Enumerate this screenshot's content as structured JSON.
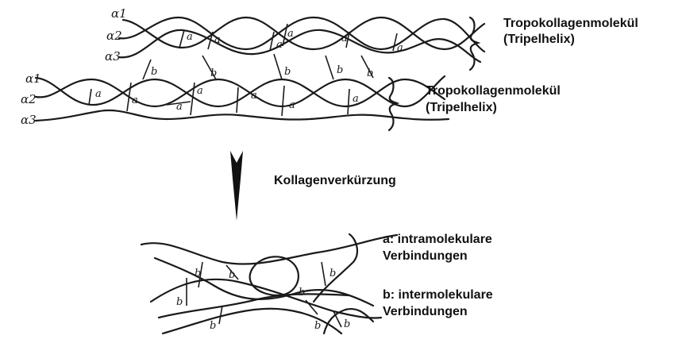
{
  "helix_top": {
    "title": "Tropokollagenmolekül",
    "subtitle": "(Tripelhelix)",
    "strand_labels": [
      "α1",
      "α2",
      "α3"
    ],
    "bond_labels": [
      "a",
      "a",
      "a",
      "a",
      "a",
      "a"
    ]
  },
  "helix_bottom": {
    "title": "Tropokollagenmolekül",
    "subtitle": "(Tripelhelix)",
    "strand_labels": [
      "α1",
      "α2",
      "α3"
    ],
    "bond_labels": [
      "a",
      "a",
      "a",
      "a",
      "a",
      "a",
      "a"
    ]
  },
  "inter_bond_labels": [
    "b",
    "b",
    "b",
    "b",
    "b"
  ],
  "arrow_label": "Kollagenverkürzung",
  "tangle_bond_labels": [
    "b",
    "b",
    "b",
    "b",
    "b",
    "b",
    "b",
    "b"
  ],
  "legend": {
    "a_line1": "a: intramolekulare",
    "a_line2": "Verbindungen",
    "b_line1": "b: intermolekulare",
    "b_line2": "Verbindungen"
  }
}
